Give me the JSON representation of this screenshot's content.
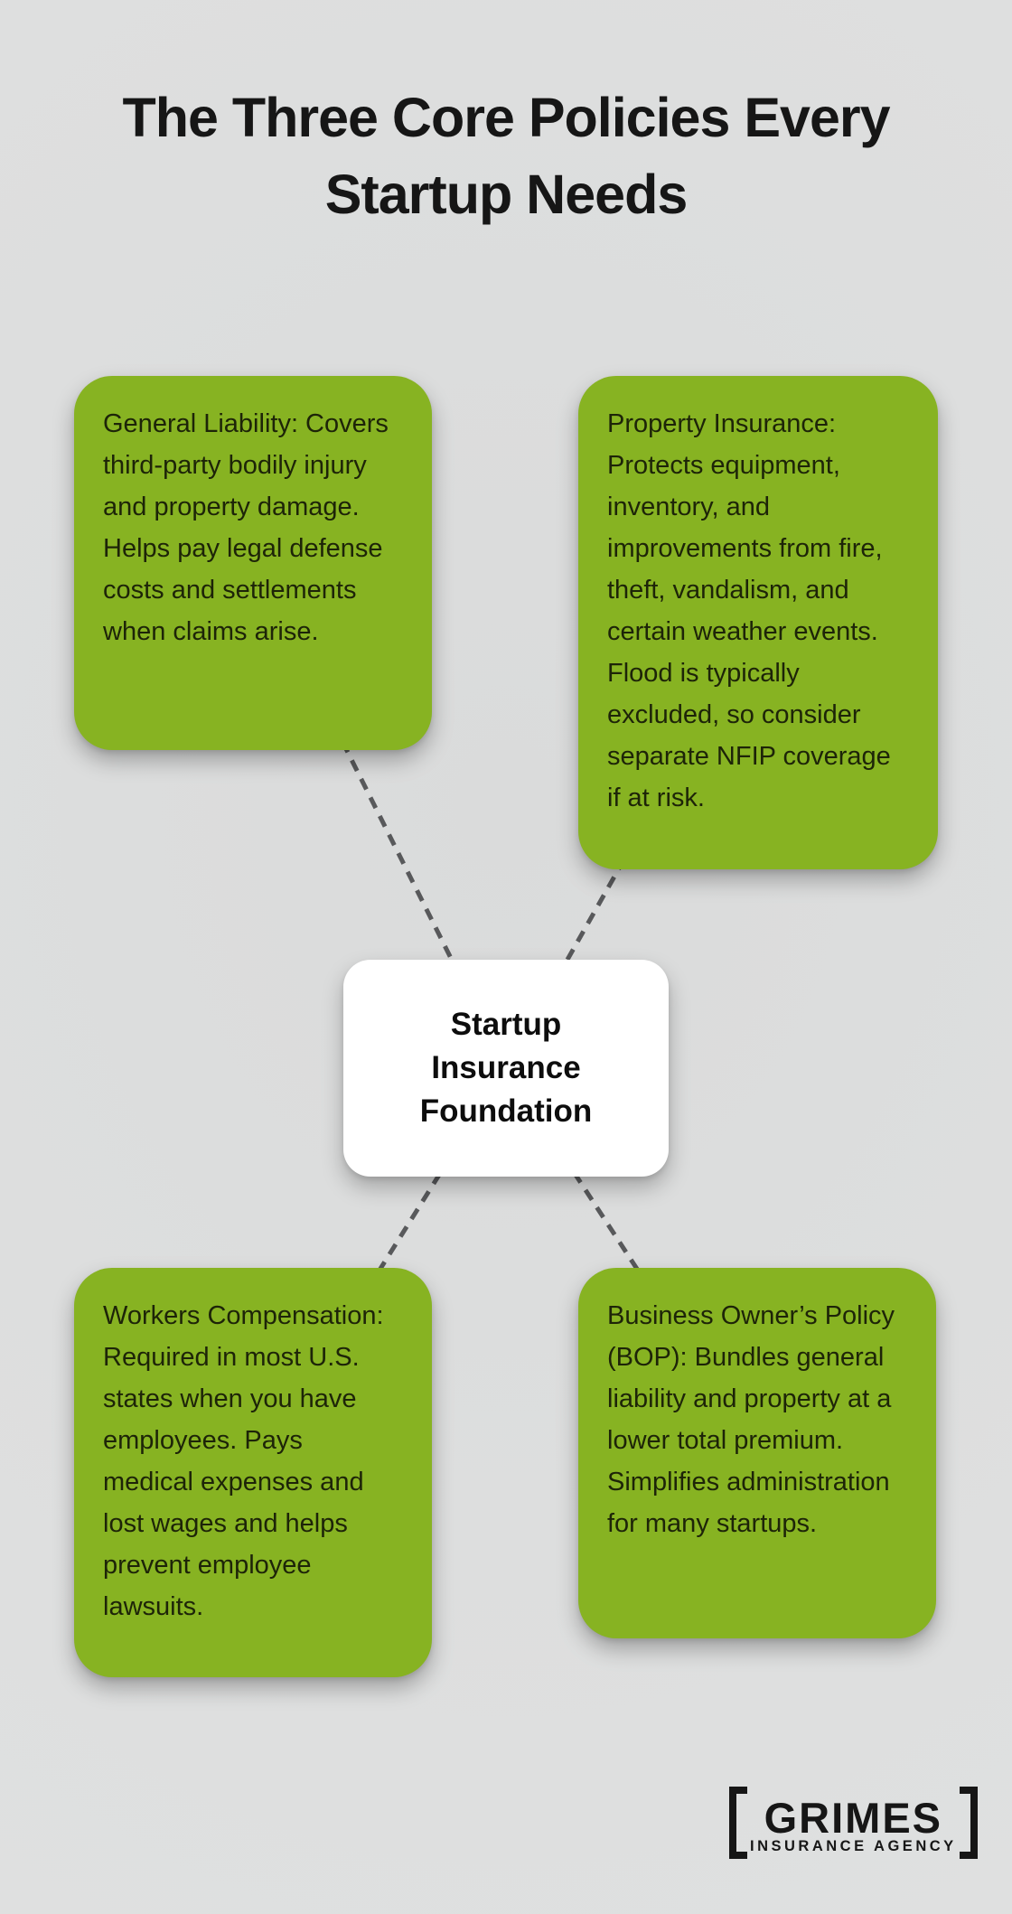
{
  "title": "The Three Core Policies Every Startup Needs",
  "center_node": {
    "label": "Startup Insurance Foundation"
  },
  "policy_cards": [
    {
      "id": "general-liability",
      "text": "General Liability: Covers third-party bodily injury and property damage. Helps pay legal defense costs and settlements when claims arise."
    },
    {
      "id": "property-insurance",
      "text": "Property Insurance: Protects equipment, inventory, and improvements from fire, theft, vandalism, and certain weather events. Flood is typically excluded, so consider separate NFIP coverage if at risk."
    },
    {
      "id": "workers-compensation",
      "text": "Workers Compensation: Required in most U.S. states when you have employees. Pays medical expenses and lost wages and helps prevent employee lawsuits."
    },
    {
      "id": "business-owners-policy",
      "text": "Business Owner’s Policy (BOP): Bundles general liability and property at a lower total premium. Simplifies administration for many startups."
    }
  ],
  "logo": {
    "name": "GRIMES",
    "tagline": "INSURANCE AGENCY"
  },
  "colors": {
    "card_green": "#87b322",
    "background": "#dcdddd",
    "connector_gray": "#58595b",
    "center_node_bg": "#ffffff",
    "title_text": "#161616",
    "card_text": "#1d2408"
  }
}
